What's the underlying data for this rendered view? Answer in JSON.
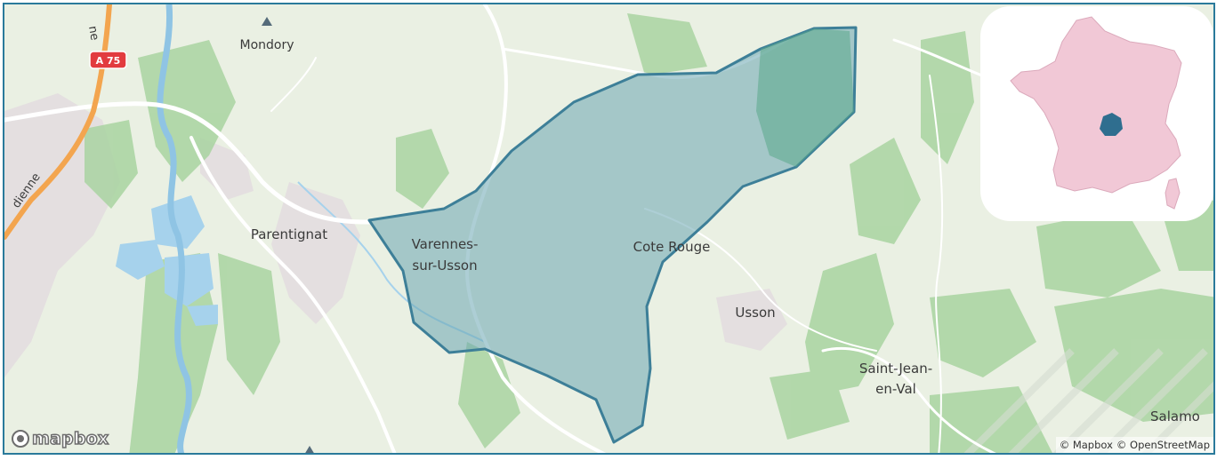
{
  "map": {
    "places": [
      {
        "id": "mondory",
        "label": "Mondory"
      },
      {
        "id": "parentignat",
        "label": "Parentignat"
      },
      {
        "id": "varennes-line1",
        "label": "Varennes-"
      },
      {
        "id": "varennes-line2",
        "label": "sur-Usson"
      },
      {
        "id": "cote-rouge",
        "label": "Cote Rouge"
      },
      {
        "id": "usson",
        "label": "Usson"
      },
      {
        "id": "saint-jean-line1",
        "label": "Saint-Jean-"
      },
      {
        "id": "saint-jean-line2",
        "label": "en-Val"
      },
      {
        "id": "salamo",
        "label": "Salamo"
      },
      {
        "id": "road-fragment-1",
        "label": "ne"
      },
      {
        "id": "road-fragment-2",
        "label": "dienne"
      }
    ],
    "highway_shield": {
      "label": "A 75"
    },
    "colors": {
      "land": "#eaf0e3",
      "forest": "#a9d4a1",
      "water": "#a6d2ec",
      "urban": "#e4dfe0",
      "highway": "#f3a54f",
      "highway_shield": "#e23b3f",
      "region_fill": "#6aa6b3",
      "region_stroke": "#3d7f98"
    }
  },
  "inset": {
    "country": "France",
    "highlighted_region": "Puy-de-Dôme",
    "country_color": "#f1c8d6",
    "highlight_color": "#2f6e8f"
  },
  "branding": {
    "logo_text": "mapbox",
    "attribution": [
      "© Mapbox",
      "© OpenStreetMap"
    ]
  }
}
